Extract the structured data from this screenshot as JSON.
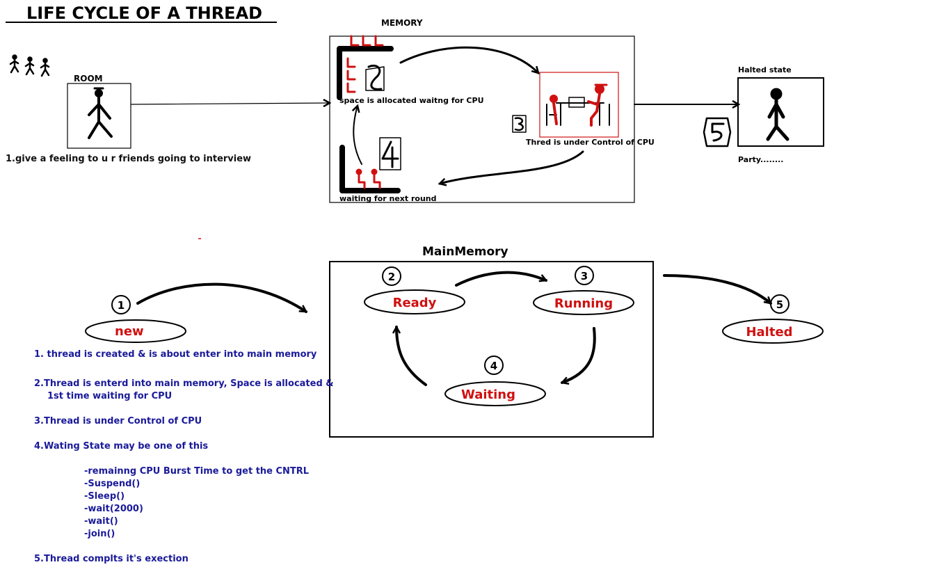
{
  "title": "LIFE CYCLE OF A THREAD",
  "colors": {
    "ink": "#000000",
    "state_red": "#d01010",
    "note_blue": "#1a1a9a"
  },
  "top": {
    "room_label": "ROOM",
    "room_caption": "1.give a feeling to u r friends going to interview",
    "memory_label": "MEMORY",
    "allocated_caption": "space is allocated waitng for CPU",
    "cpu_caption": "Thred is under Control of CPU",
    "waiting_caption": "waiting for next round",
    "halted_label": "Halted state",
    "party_caption": "Party........",
    "step_numbers": [
      "2",
      "3",
      "4",
      "5"
    ]
  },
  "bottom": {
    "main_memory_title": "MainMemory",
    "states": [
      {
        "num": "1",
        "name": "new"
      },
      {
        "num": "2",
        "name": "Ready"
      },
      {
        "num": "3",
        "name": "Running"
      },
      {
        "num": "4",
        "name": "Waiting"
      },
      {
        "num": "5",
        "name": "Halted"
      }
    ],
    "notes": [
      "1. thread is created & is about enter into main memory",
      "2.Thread is enterd into main memory, Space is allocated &",
      "1st time waiting for CPU",
      "3.Thread is under Control of CPU",
      "4.Wating State may be one of this",
      "-remainng CPU Burst Time to get the CNTRL",
      "-Suspend()",
      "-Sleep()",
      "-wait(2000)",
      "-wait()",
      "-join()",
      "5.Thread complts it's exection"
    ]
  }
}
